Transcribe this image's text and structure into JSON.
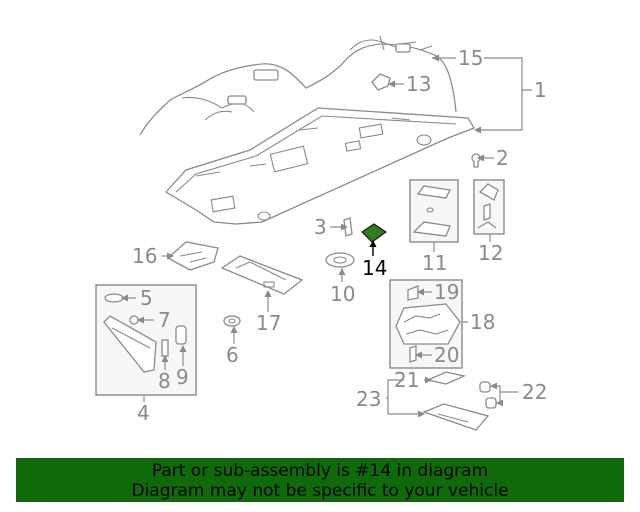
{
  "callouts": {
    "c1": "1",
    "c2": "2",
    "c3": "3",
    "c4": "4",
    "c5": "5",
    "c6": "6",
    "c7": "7",
    "c8": "8",
    "c9": "9",
    "c10": "10",
    "c11": "11",
    "c12": "12",
    "c13": "13",
    "c14": "14",
    "c15": "15",
    "c16": "16",
    "c17": "17",
    "c18": "18",
    "c19": "19",
    "c20": "20",
    "c21": "21",
    "c22": "22",
    "c23": "23"
  },
  "highlight": {
    "part": "14",
    "color": "#2e7d1e"
  },
  "banner": {
    "line1": "Part or sub-assembly is #14 in diagram",
    "line2": "Diagram may not be specific to your vehicle",
    "background": "#0f6b0a"
  }
}
